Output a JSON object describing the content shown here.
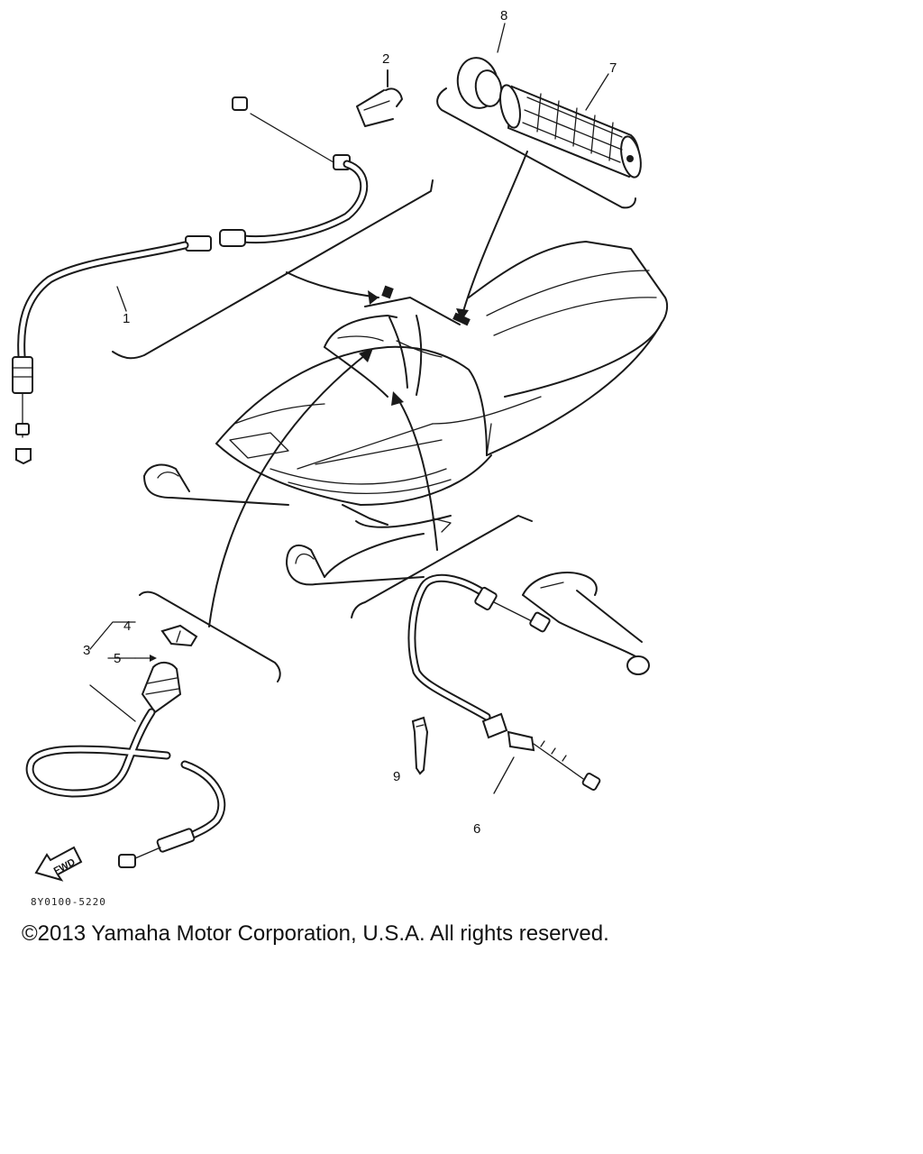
{
  "diagram": {
    "part_labels": [
      "1",
      "2",
      "3",
      "4",
      "5",
      "6",
      "7",
      "8",
      "9"
    ],
    "direction_label": "FWD",
    "part_number": "8Y0100-5220"
  },
  "footer": {
    "copyright": "©2013 Yamaha Motor Corporation, U.S.A. All rights reserved."
  }
}
